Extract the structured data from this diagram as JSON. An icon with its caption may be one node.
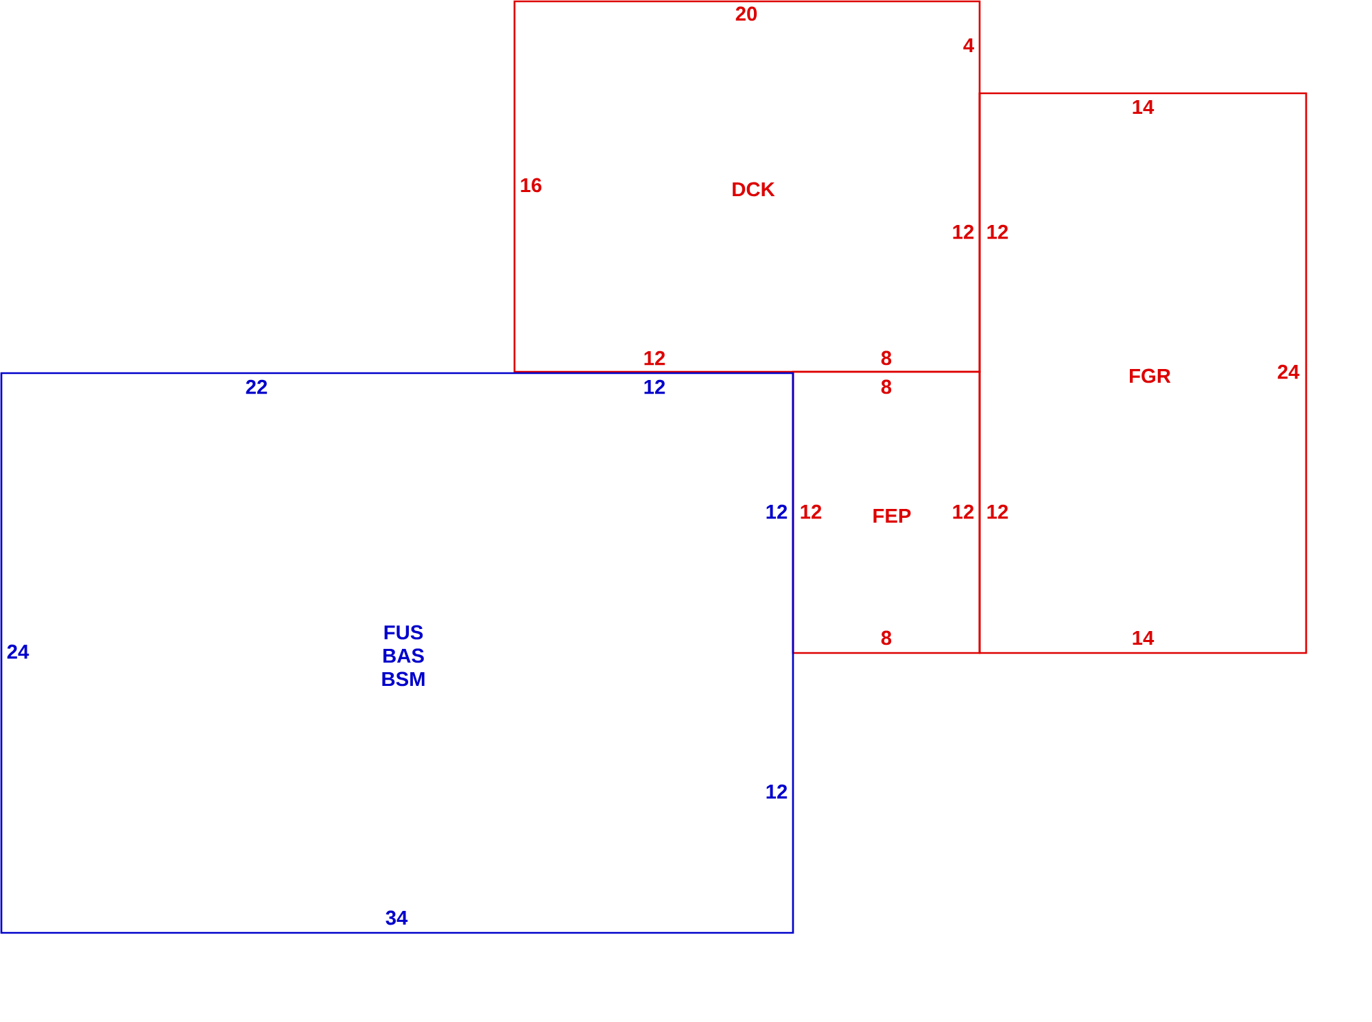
{
  "diagram": {
    "nodes": [
      {
        "text": [
          "DCK",
          "20",
          "4",
          "16",
          "12",
          "12",
          "8"
        ]
      },
      {
        "text": [
          "FGR",
          "14",
          "12",
          "24",
          "12",
          "14"
        ]
      },
      {
        "text": [
          "FEP",
          "8",
          "12",
          "12",
          "8"
        ]
      },
      {
        "text": [
          "FUS",
          "BAS",
          "BSM",
          "22",
          "12",
          "12",
          "24",
          "12",
          "34"
        ]
      }
    ]
  }
}
